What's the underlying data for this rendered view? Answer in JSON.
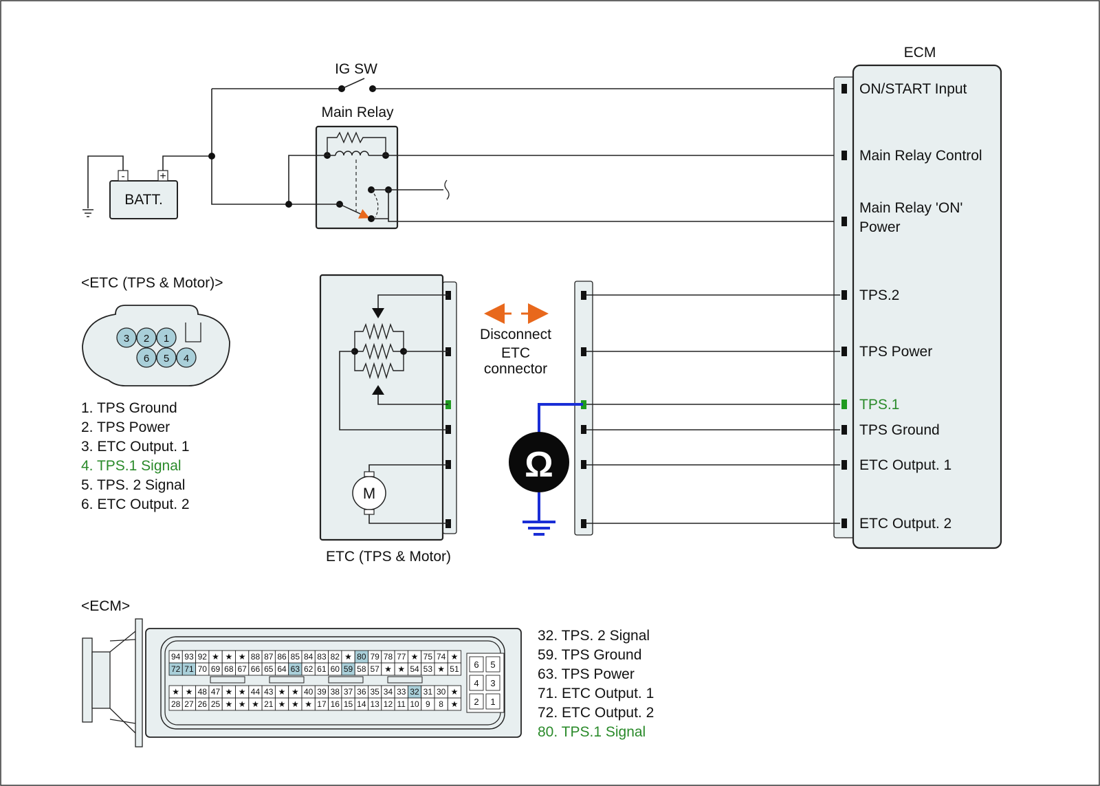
{
  "title": "",
  "labels": {
    "ig_sw": "IG SW",
    "main_relay": "Main Relay",
    "battery": "BATT.",
    "battery_neg": "-",
    "battery_pos": "+",
    "ecm": "ECM",
    "etc_unit": "ETC (TPS & Motor)",
    "motor": "M",
    "ohm": "Ω",
    "disconnect": [
      "Disconnect",
      "ETC",
      "connector"
    ]
  },
  "ecm_terminals": [
    {
      "id": "on-start-input",
      "lines": [
        "ON/START Input"
      ],
      "highlight": false
    },
    {
      "id": "main-relay-control",
      "lines": [
        "Main Relay Control"
      ],
      "highlight": false
    },
    {
      "id": "main-relay-on-power",
      "lines": [
        "Main Relay 'ON'",
        "Power"
      ],
      "highlight": false
    },
    {
      "id": "tps2",
      "lines": [
        "TPS.2"
      ],
      "highlight": false
    },
    {
      "id": "tps-power",
      "lines": [
        "TPS Power"
      ],
      "highlight": false
    },
    {
      "id": "tps1",
      "lines": [
        "TPS.1"
      ],
      "highlight": true
    },
    {
      "id": "tps-ground",
      "lines": [
        "TPS Ground"
      ],
      "highlight": false
    },
    {
      "id": "etc-output-1",
      "lines": [
        "ETC Output. 1"
      ],
      "highlight": false
    },
    {
      "id": "etc-output-2",
      "lines": [
        "ETC Output. 2"
      ],
      "highlight": false
    }
  ],
  "etc_connector": {
    "title": "<ETC (TPS & Motor)>",
    "top_row": [
      "3",
      "2",
      "1"
    ],
    "bottom_row": [
      "6",
      "5",
      "4"
    ],
    "pins": [
      {
        "text": "1. TPS Ground",
        "highlight": false
      },
      {
        "text": "2. TPS Power",
        "highlight": false
      },
      {
        "text": "3. ETC Output. 1",
        "highlight": false
      },
      {
        "text": "4. TPS.1 Signal",
        "highlight": true
      },
      {
        "text": "5. TPS. 2 Signal",
        "highlight": false
      },
      {
        "text": "6. ETC Output. 2",
        "highlight": false
      }
    ]
  },
  "ecm_connector": {
    "title": "<ECM>",
    "rows": [
      [
        "94",
        "93",
        "92",
        "★",
        "★",
        "★",
        "88",
        "87",
        "86",
        "85",
        "84",
        "83",
        "82",
        "★",
        "80",
        "79",
        "78",
        "77",
        "★",
        "75",
        "74",
        "★"
      ],
      [
        "72",
        "71",
        "70",
        "69",
        "68",
        "67",
        "66",
        "65",
        "64",
        "63",
        "62",
        "61",
        "60",
        "59",
        "58",
        "57",
        "★",
        "★",
        "54",
        "53",
        "★",
        "51"
      ],
      [
        "★",
        "★",
        "48",
        "47",
        "★",
        "★",
        "44",
        "43",
        "★",
        "★",
        "40",
        "39",
        "38",
        "37",
        "36",
        "35",
        "34",
        "33",
        "32",
        "31",
        "30",
        "★"
      ],
      [
        "28",
        "27",
        "26",
        "25",
        "★",
        "★",
        "★",
        "21",
        "★",
        "★",
        "★",
        "17",
        "16",
        "15",
        "14",
        "13",
        "12",
        "11",
        "10",
        "9",
        "8",
        "★"
      ]
    ],
    "highlighted": [
      "80",
      "72",
      "71",
      "63",
      "59",
      "32"
    ],
    "side_block": [
      "6",
      "5",
      "4",
      "3",
      "2",
      "1"
    ],
    "pins": [
      {
        "text": "32. TPS. 2 Signal",
        "highlight": false
      },
      {
        "text": "59. TPS Ground",
        "highlight": false
      },
      {
        "text": "63. TPS Power",
        "highlight": false
      },
      {
        "text": "71. ETC Output. 1",
        "highlight": false
      },
      {
        "text": "72. ETC Output. 2",
        "highlight": false
      },
      {
        "text": "80. TPS.1 Signal",
        "highlight": true
      }
    ]
  },
  "colors": {
    "highlight_text": "#2a8a2a",
    "highlight_pin": "#1f9a1f",
    "probe_wire": "#1a2ed6",
    "arrow": "#e8681c",
    "panel_fill": "#e8eff0",
    "cell_highlight": "#a9cfd9",
    "pin_circle": "#a9cfd9"
  }
}
